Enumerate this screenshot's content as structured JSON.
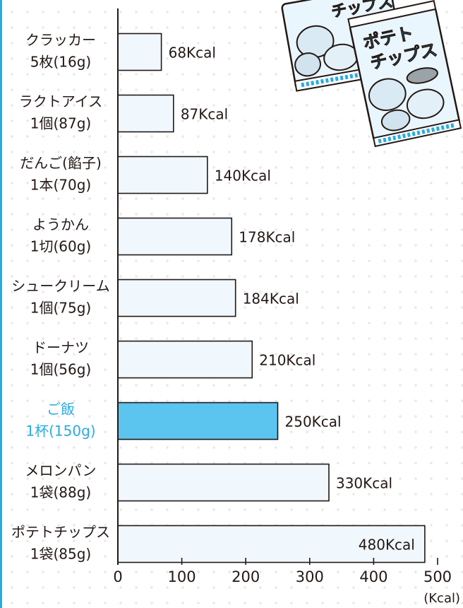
{
  "chart_data": {
    "type": "bar",
    "orientation": "horizontal",
    "categories": [
      [
        "クラッカー",
        "5枚(16g)"
      ],
      [
        "ラクトアイス",
        "1個(87g)"
      ],
      [
        "だんご(餡子)",
        "1本(70g)"
      ],
      [
        "ようかん",
        "1切(60g)"
      ],
      [
        "シュークリーム",
        "1個(75g)"
      ],
      [
        "ドーナツ",
        "1個(56g)"
      ],
      [
        "ご飯",
        "1杯(150g)"
      ],
      [
        "メロンパン",
        "1袋(88g)"
      ],
      [
        "ポテトチップス",
        "1袋(85g)"
      ]
    ],
    "values": [
      68,
      87,
      140,
      178,
      184,
      210,
      250,
      330,
      480
    ],
    "value_labels": [
      "68Kcal",
      "87Kcal",
      "140Kcal",
      "178Kcal",
      "184Kcal",
      "210Kcal",
      "250Kcal",
      "330Kcal",
      "480Kcal"
    ],
    "highlight_index": 6,
    "xlim": [
      0,
      500
    ],
    "xticks": [
      0,
      100,
      200,
      300,
      400,
      500
    ],
    "xlabel": "(Kcal)",
    "grid": false,
    "colors": {
      "bar_fill": "#f0f8fe",
      "bar_stroke": "#231815",
      "highlight_fill": "#5bc4ef",
      "highlight_text": "#29abe2",
      "text": "#231815",
      "frame": "#29abe2"
    }
  },
  "illustration": {
    "name": "potato-chips-bags",
    "bag_text": "ポテトチップス"
  }
}
